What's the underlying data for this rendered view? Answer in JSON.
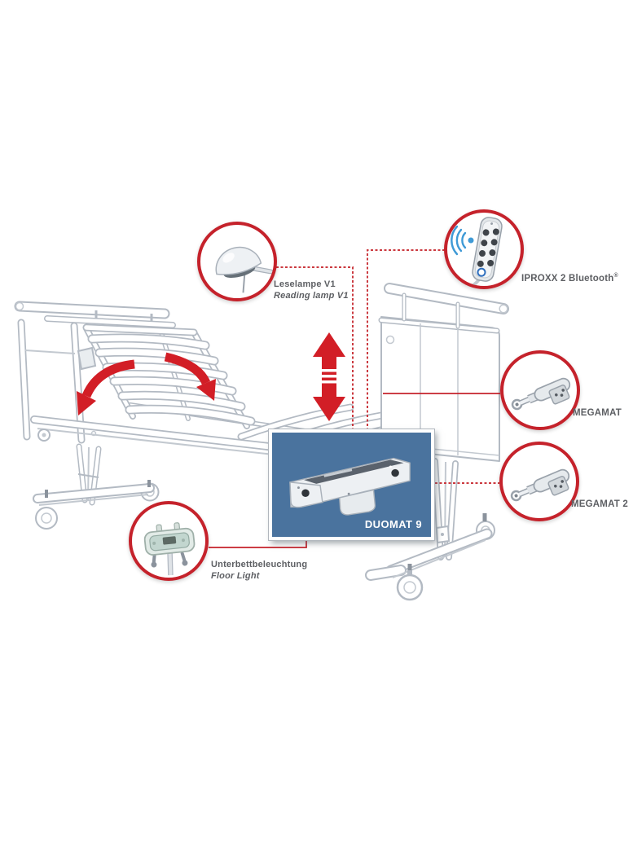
{
  "diagram": {
    "colors": {
      "accent_red": "#c5222b",
      "arrow_red": "#d21e26",
      "inset_blue": "#4a739e",
      "wireless_blue": "#3f9ad6",
      "line_art_gray": "#b3bac3",
      "label_gray": "#5d5f63"
    },
    "callouts": {
      "reading_lamp": {
        "label_de": "Leselampe V1",
        "label_en": "Reading lamp V1",
        "icon": "reading-lamp-icon"
      },
      "iproxx": {
        "label": "IPROXX 2 Bluetooth",
        "reg_mark": "®",
        "icon": "handset-remote-icon"
      },
      "megamat": {
        "label": "MEGAMAT",
        "icon": "linear-actuator-icon"
      },
      "megamat2": {
        "label": "MEGAMAT 2",
        "icon": "linear-actuator-icon"
      },
      "floor_light": {
        "label_de": "Unterbettbeleuchtung",
        "label_en": "Floor Light",
        "icon": "floor-light-icon"
      }
    },
    "inset": {
      "label": "DUOMAT 9",
      "icon": "duomat-control-box-icon"
    }
  }
}
